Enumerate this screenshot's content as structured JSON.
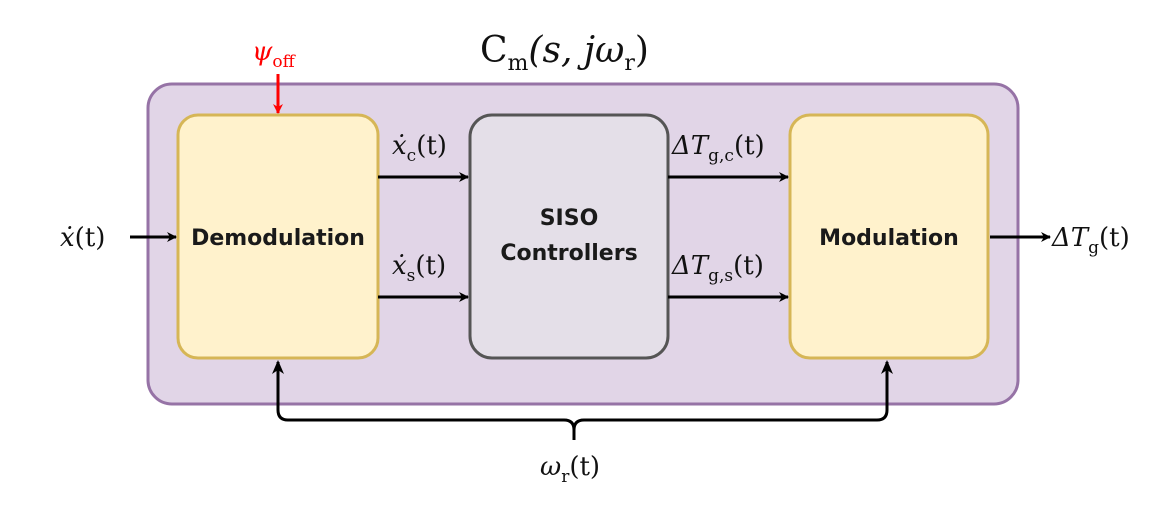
{
  "outer": {
    "title_main": "C",
    "title_sub": "m",
    "title_rest": "(s, jω",
    "title_rest_sub": "r",
    "title_close": ")",
    "color_fill": "#e1d5e7",
    "color_stroke": "#9673a6"
  },
  "blocks": {
    "demodulation": {
      "label": "Demodulation",
      "fill": "#fff2cc",
      "stroke": "#d6b656"
    },
    "siso": {
      "label_line1": "SISO",
      "label_line2": "Controllers",
      "fill": "#e4dfe8",
      "stroke": "#555555"
    },
    "modulation": {
      "label": "Modulation",
      "fill": "#fff2cc",
      "stroke": "#d6b656"
    }
  },
  "signals": {
    "input": {
      "base": "ẋ",
      "rest": "(t)"
    },
    "xc": {
      "base": "ẋ",
      "sub": "c",
      "rest": "(t)"
    },
    "xs": {
      "base": "ẋ",
      "sub": "s",
      "rest": "(t)"
    },
    "dtgc": {
      "base": "ΔT",
      "sub": "g,c",
      "rest": "(t)"
    },
    "dtgs": {
      "base": "ΔT",
      "sub": "g,s",
      "rest": "(t)"
    },
    "output": {
      "base": "ΔT",
      "sub": "g",
      "rest": "(t)"
    },
    "psi": {
      "base": "ψ",
      "sub": "off",
      "color": "#ff0000"
    },
    "omega": {
      "base": "ω",
      "sub": "r",
      "rest": "(t)"
    }
  }
}
